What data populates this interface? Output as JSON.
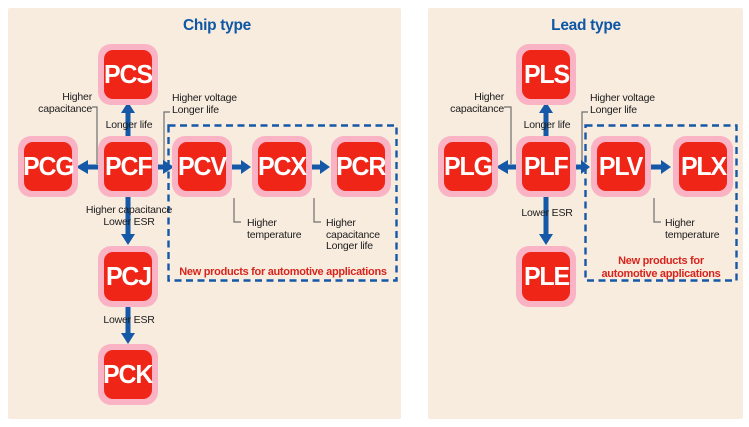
{
  "colors": {
    "panel_background": "#f8ecdf",
    "page_background": "#ffffff",
    "node_fill": "#ee2517",
    "node_border": "#f9b3c4",
    "node_text": "#ffffff",
    "arrow_blue": "#1558a7",
    "title_blue": "#0d57a5",
    "note_red": "#d7251d",
    "label_text": "#1c1c1c",
    "connector_gray": "#6f6f6f"
  },
  "chip": {
    "title": "Chip type",
    "nodes": {
      "pcs": "PCS",
      "pcg": "PCG",
      "pcf": "PCF",
      "pcv": "PCV",
      "pcx": "PCX",
      "pcr": "PCR",
      "pcj": "PCJ",
      "pck": "PCK"
    },
    "labels": {
      "higher_capacitance": "Higher\ncapacitance",
      "longer_life": "Longer life",
      "higher_voltage_longer_life": "Higher voltage\nLonger life",
      "higher_capacitance_lower_esr": "Higher capacitance\nLower ESR",
      "lower_esr": "Lower ESR",
      "higher_temperature": "Higher\ntemperature",
      "higher_capacitance_longer_life": "Higher\ncapacitance\nLonger life",
      "note": "New products for automotive applications"
    }
  },
  "lead": {
    "title": "Lead type",
    "nodes": {
      "pls": "PLS",
      "plg": "PLG",
      "plf": "PLF",
      "plv": "PLV",
      "plx": "PLX",
      "ple": "PLE"
    },
    "labels": {
      "higher_capacitance": "Higher\ncapacitance",
      "longer_life": "Longer life",
      "higher_voltage_longer_life": "Higher voltage\nLonger life",
      "lower_esr": "Lower ESR",
      "higher_temperature": "Higher\ntemperature",
      "note": "New products for\nautomotive applications"
    }
  }
}
